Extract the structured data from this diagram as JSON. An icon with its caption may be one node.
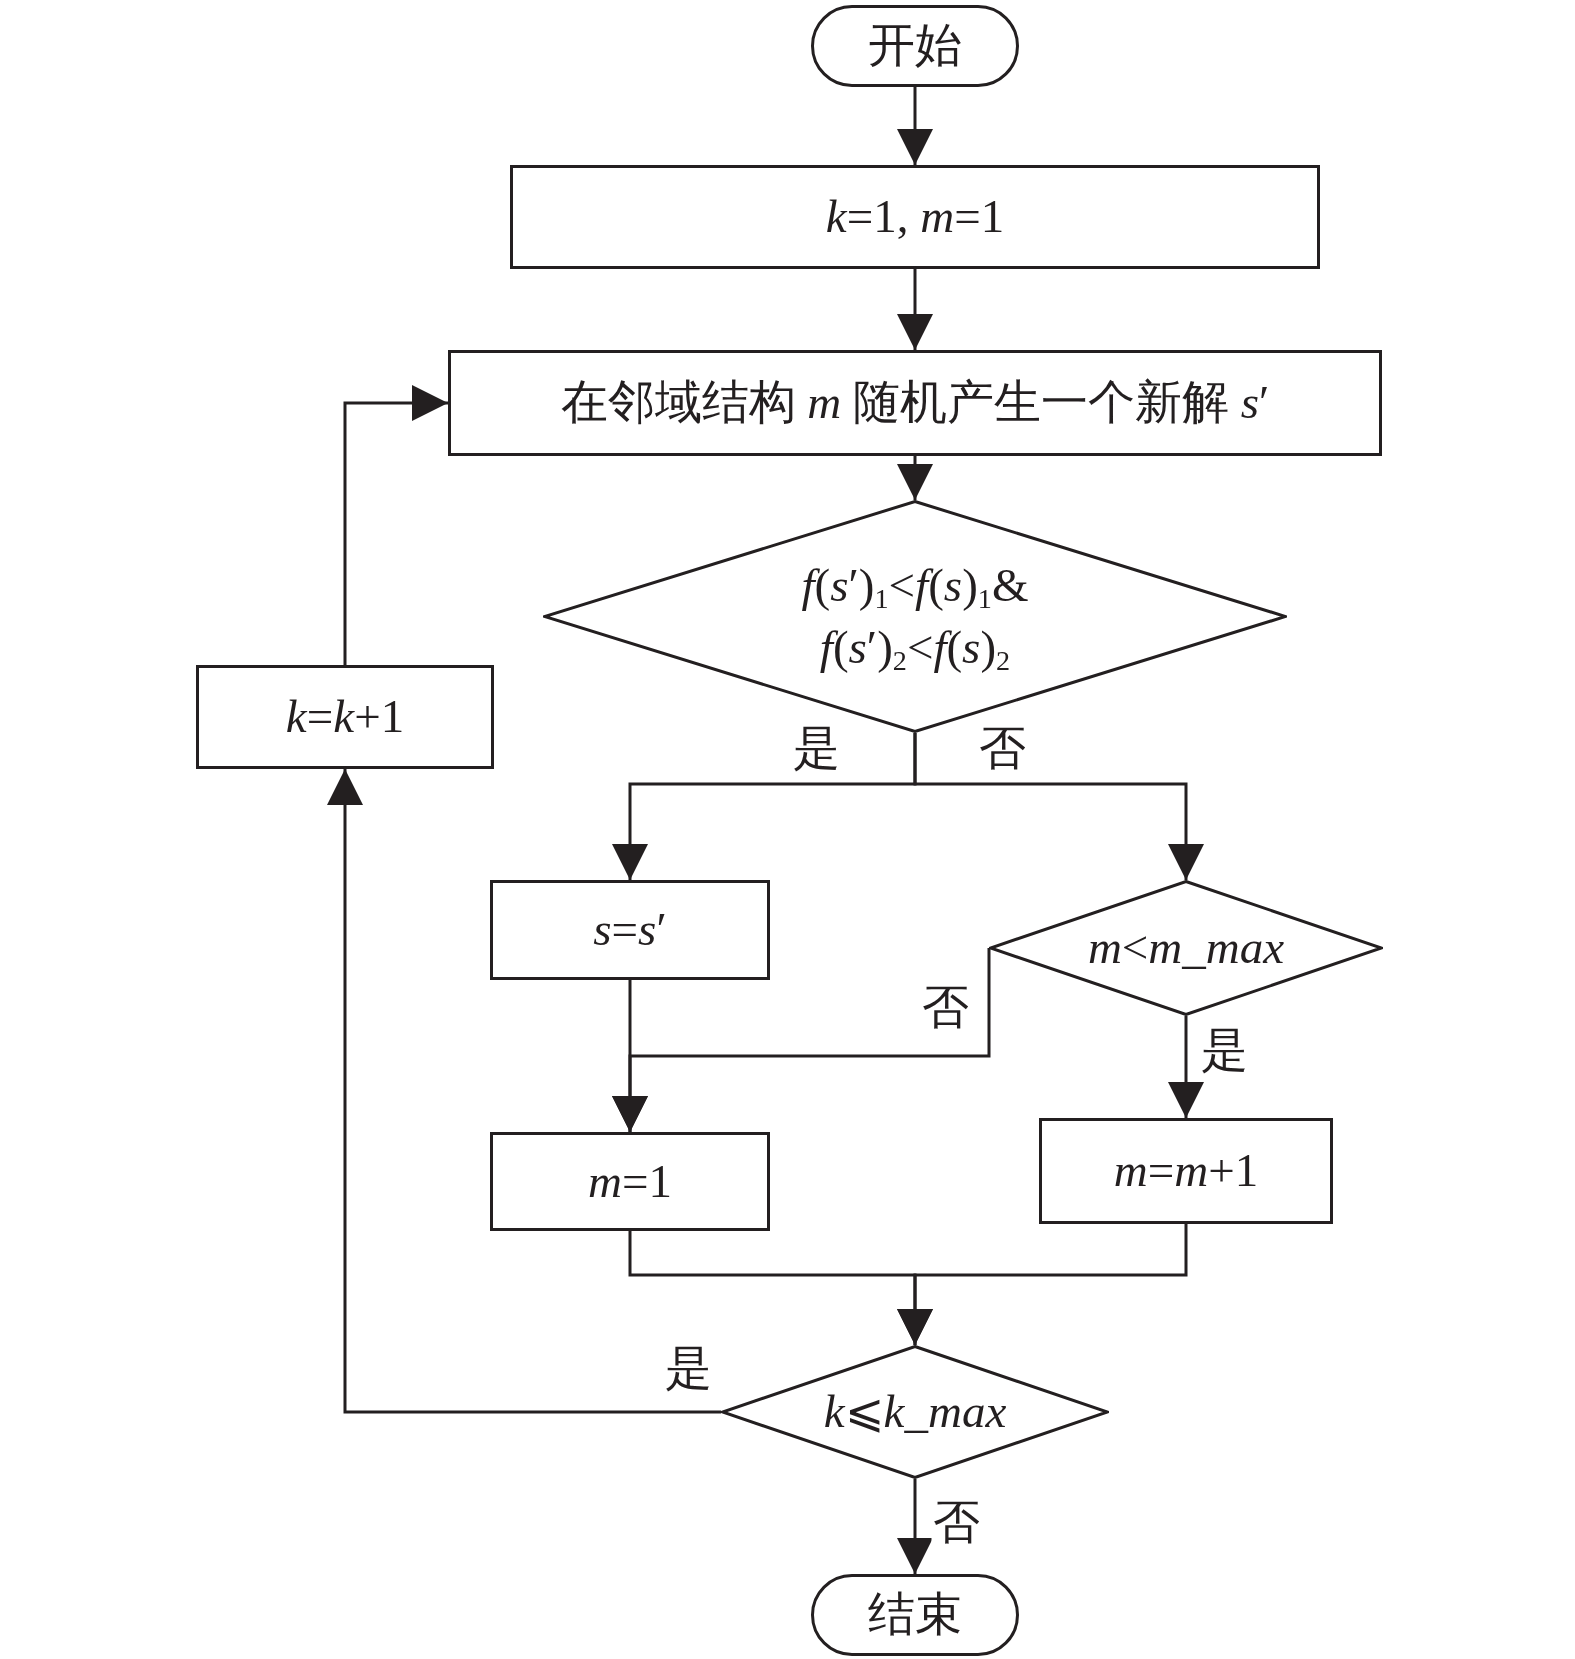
{
  "diagram": {
    "nodes": [
      {
        "text": [
          "开始"
        ]
      },
      {
        "text": [
          "*k*=1, *m*=1"
        ]
      },
      {
        "text": [
          "在邻域结构 *m* 随机产生一个新解 *s*′"
        ]
      },
      {
        "text": [
          "*f*(*s*′)$_{1}$<*f*(*s*)$_{1}$& *f*(*s*′)$_{2}$<*f*(*s*)$_{2}$"
        ]
      },
      {
        "text": [
          "*k*=*k*+1"
        ]
      },
      {
        "text": [
          "*s*=*s*′"
        ]
      },
      {
        "text": [
          "*m*<*m_max*"
        ]
      },
      {
        "text": [
          "*m*=1"
        ]
      },
      {
        "text": [
          "*m*=*m*+1"
        ]
      },
      {
        "text": [
          "*k*⩽*k_max*"
        ]
      },
      {
        "text": [
          "结束"
        ]
      }
    ],
    "edges": [
      {
        "from": 0,
        "to": 1,
        "arrow": "to"
      },
      {
        "from": 1,
        "to": 2,
        "arrow": "to"
      },
      {
        "from": 2,
        "to": 3,
        "arrow": "to"
      },
      {
        "from": 3,
        "to": 5,
        "arrow": "to",
        "label": "是"
      },
      {
        "from": 3,
        "to": 6,
        "arrow": "to",
        "label": "否"
      },
      {
        "from": 5,
        "to": 7,
        "arrow": "to"
      },
      {
        "from": 6,
        "to": 7,
        "arrow": "to",
        "label": "否"
      },
      {
        "from": 6,
        "to": 8,
        "arrow": "to",
        "label": "是"
      },
      {
        "from": 7,
        "to": 9,
        "arrow": "to"
      },
      {
        "from": 8,
        "to": 9,
        "arrow": "to"
      },
      {
        "from": 9,
        "to": 4,
        "arrow": "to",
        "label": "是"
      },
      {
        "from": 4,
        "to": 2,
        "arrow": "to"
      },
      {
        "from": 9,
        "to": 10,
        "arrow": "to",
        "label": "否"
      }
    ]
  }
}
